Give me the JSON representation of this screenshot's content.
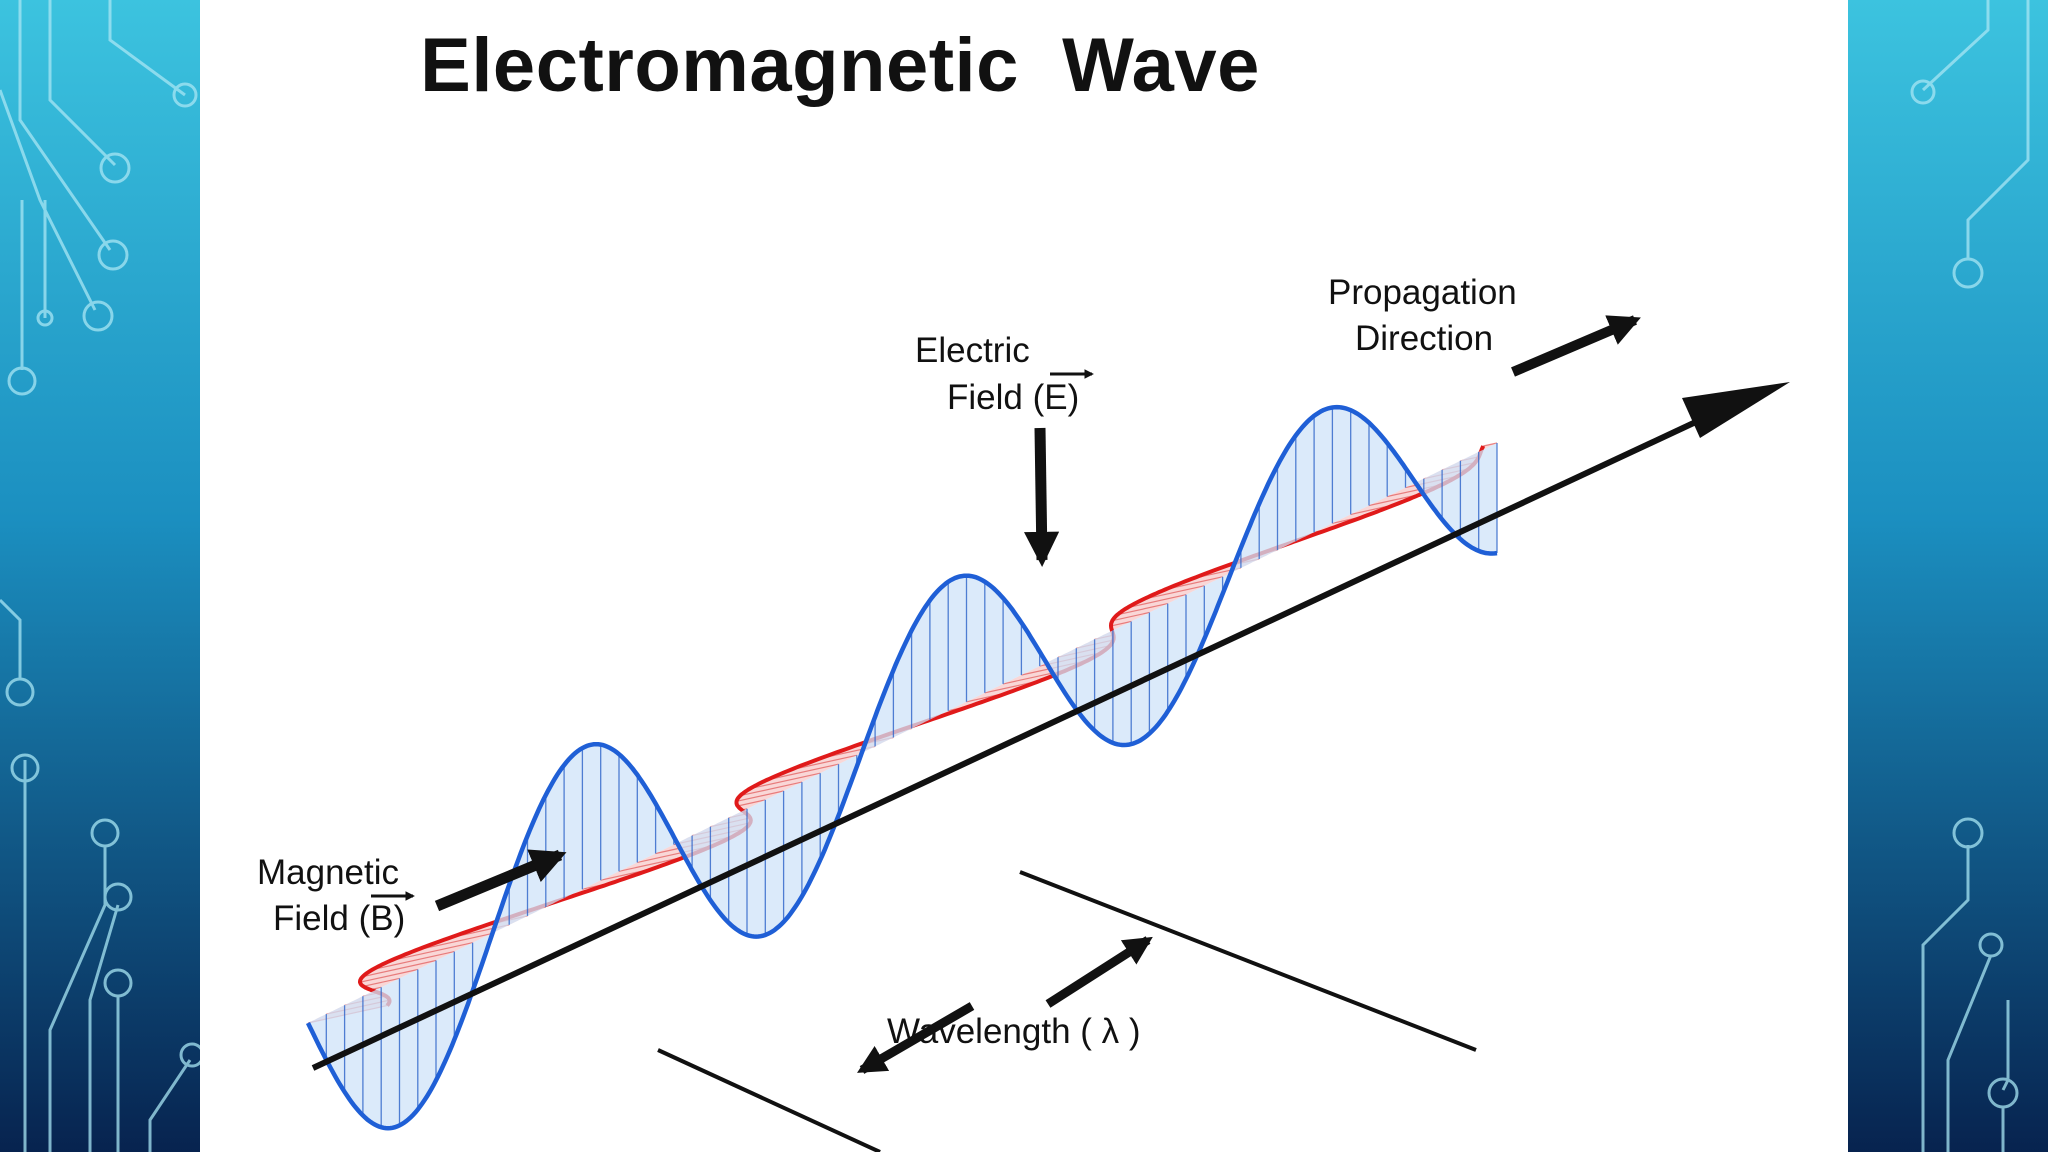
{
  "slide": {
    "title": "Electromagnetic  Wave"
  },
  "labels": {
    "electric_line1": "Electric",
    "electric_line2": "Field (E)",
    "propagation_line1": "Propagation",
    "propagation_line2": "Direction",
    "magnetic_line1": "Magnetic",
    "magnetic_line2": "Field (B)",
    "wavelength": "Wavelength ( λ )"
  },
  "colors": {
    "electric_field": "#1f5fd6",
    "electric_fill": "#cfe3f8",
    "magnetic_field": "#e01a1a",
    "magnetic_fill": "#f7c6c6",
    "panel_top": "#3cc3df",
    "panel_bottom": "#07234f"
  }
}
